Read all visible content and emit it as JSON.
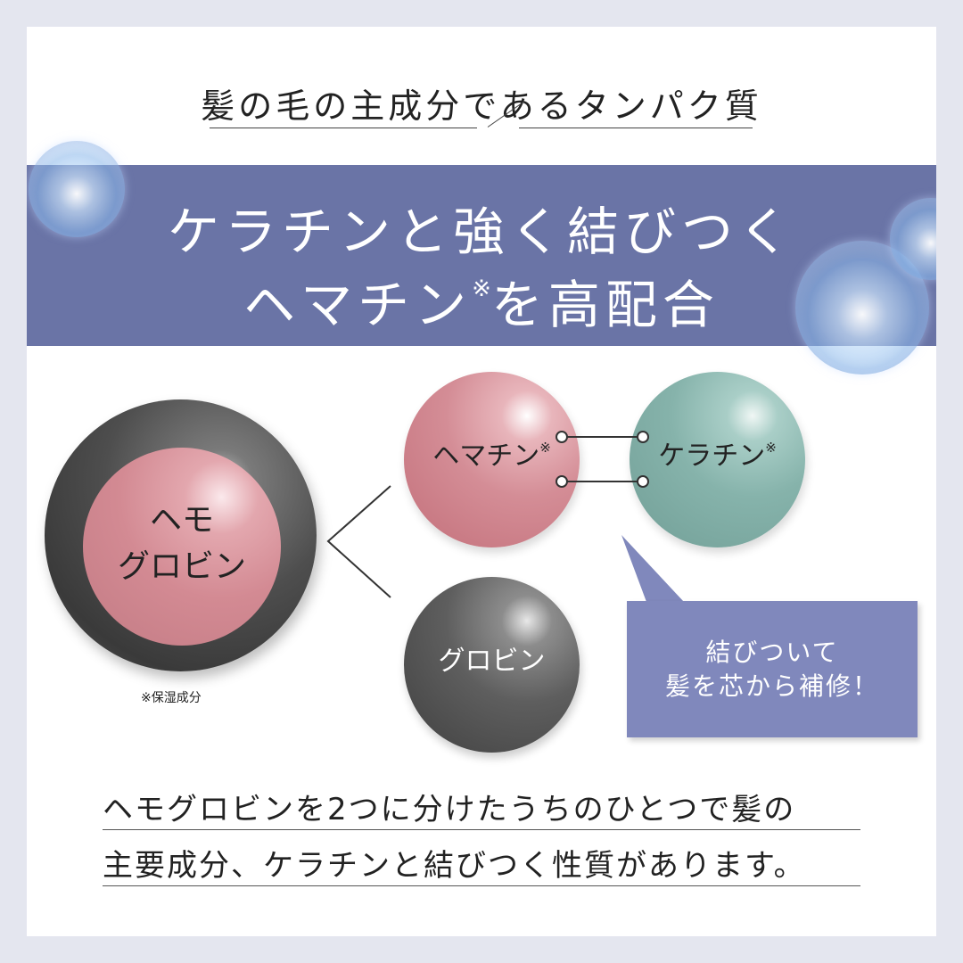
{
  "header": {
    "subhead": "髪の毛の主成分であるタンパク質",
    "title_line1": "ケラチンと強く結びつく",
    "title_line2_main": "ヘマチン",
    "title_line2_mark": "※",
    "title_line2_tail": "を高配合"
  },
  "diagram": {
    "hemoglobin_line1": "ヘモ",
    "hemoglobin_line2": "グロビン",
    "hematin": "ヘマチン",
    "hematin_mark": "※",
    "keratin": "ケラチン",
    "keratin_mark": "※",
    "globin": "グロビン",
    "footnote": "※保湿成分"
  },
  "callout": {
    "line1": "結びついて",
    "line2": "髪を芯から補修！"
  },
  "description": {
    "line1": "ヘモグロビンを2つに分けたうちのひとつで髪の",
    "line2": "主要成分、ケラチンと結びつく性質があります。"
  },
  "colors": {
    "band": "#6a74a6",
    "callout": "#8088bc",
    "hematin_sphere": "#d48d96",
    "keratin_sphere": "#86b3ab",
    "globin_sphere": "#5e5e5e"
  }
}
